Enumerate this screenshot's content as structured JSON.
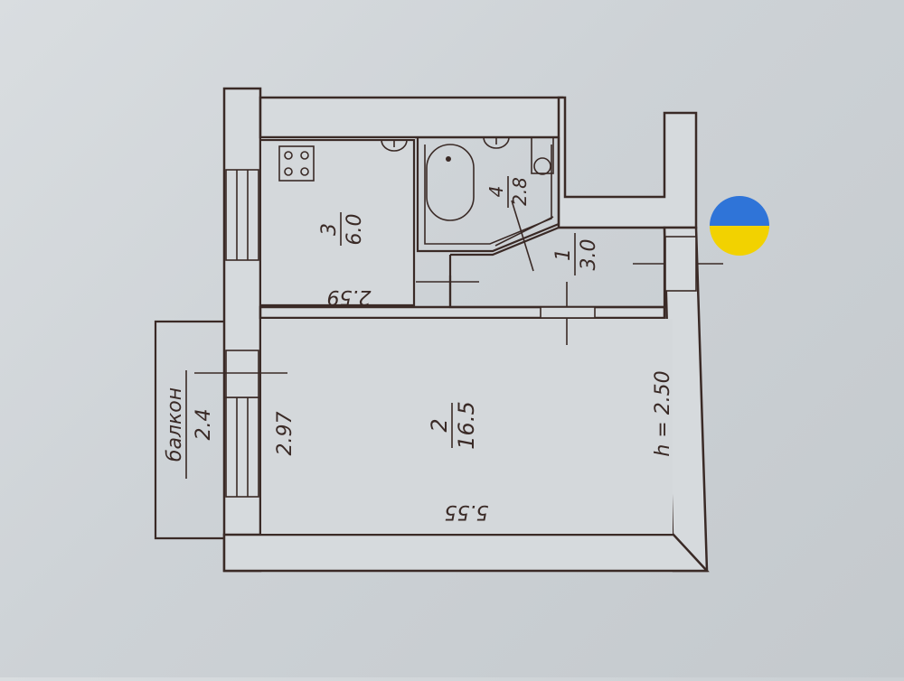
{
  "rooms": [
    {
      "number": "1",
      "area": "3.0"
    },
    {
      "number": "2",
      "area": "16.5"
    },
    {
      "number": "3",
      "area": "6.0"
    },
    {
      "number": "4",
      "area": "2.8"
    }
  ],
  "balcony": {
    "label": "балкон",
    "area": "2.4"
  },
  "dimensions": {
    "kitchen_width": "2.59",
    "room_width": "2.97",
    "room_length": "5.55",
    "ceiling_height": "h = 2.50"
  },
  "colors": {
    "ink": "#3a2a26",
    "flag_blue": "#2f74d8",
    "flag_yellow": "#f2d200"
  }
}
